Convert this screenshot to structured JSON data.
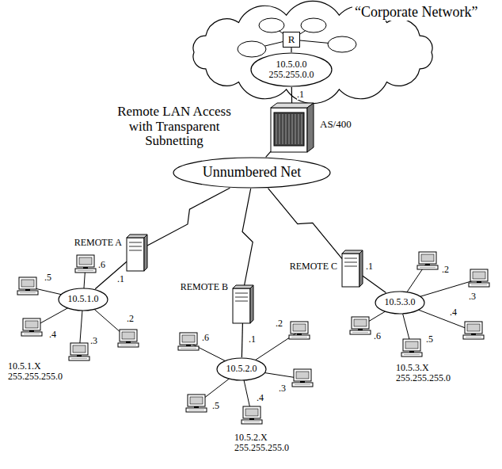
{
  "diagram": {
    "nodes": [
      {
        "text": [
          "“Corporate Network”"
        ]
      },
      {
        "text": [
          "R"
        ],
        "in": 0
      },
      {
        "text": [
          "10.5.0.0 255.255.0.0"
        ],
        "in": 0
      },
      {
        "text": [
          "AS/400"
        ]
      },
      {
        "text": [
          "Unnumbered Net"
        ]
      },
      {
        "text": [
          "REMOTE A"
        ]
      },
      {
        "text": [
          "REMOTE B"
        ]
      },
      {
        "text": [
          "REMOTE C"
        ]
      },
      {
        "text": [
          "10.5.1.0"
        ]
      },
      {
        "text": [
          "10.5.2.0"
        ]
      },
      {
        "text": [
          "10.5.3.0"
        ]
      }
    ],
    "edges": [
      {
        "from": 1,
        "to": 2,
        "arrow": "none"
      },
      {
        "from": 2,
        "to": 3,
        "arrow": "none",
        "label": ".1"
      },
      {
        "from": 3,
        "to": 4,
        "arrow": "none"
      },
      {
        "from": 4,
        "to": 5,
        "arrow": "none"
      },
      {
        "from": 4,
        "to": 6,
        "arrow": "none"
      },
      {
        "from": 4,
        "to": 7,
        "arrow": "none"
      },
      {
        "from": 5,
        "to": 8,
        "arrow": "none",
        "label": ".1"
      },
      {
        "from": 6,
        "to": 9,
        "arrow": "none",
        "label": ".1"
      },
      {
        "from": 7,
        "to": 10,
        "arrow": "none",
        "label": ".1"
      }
    ],
    "labels": [
      "Remote LAN Access with Transparent Subnetting",
      ".5",
      ".6",
      ".4",
      ".3",
      ".2",
      "10.5.1.X 255.255.255.0",
      ".6",
      ".2",
      ".3",
      ".4",
      ".5",
      "10.5.2.X 255.255.255.0",
      ".2",
      ".3",
      ".4",
      ".5",
      ".6",
      "10.5.3.X 255.255.255.0"
    ]
  }
}
